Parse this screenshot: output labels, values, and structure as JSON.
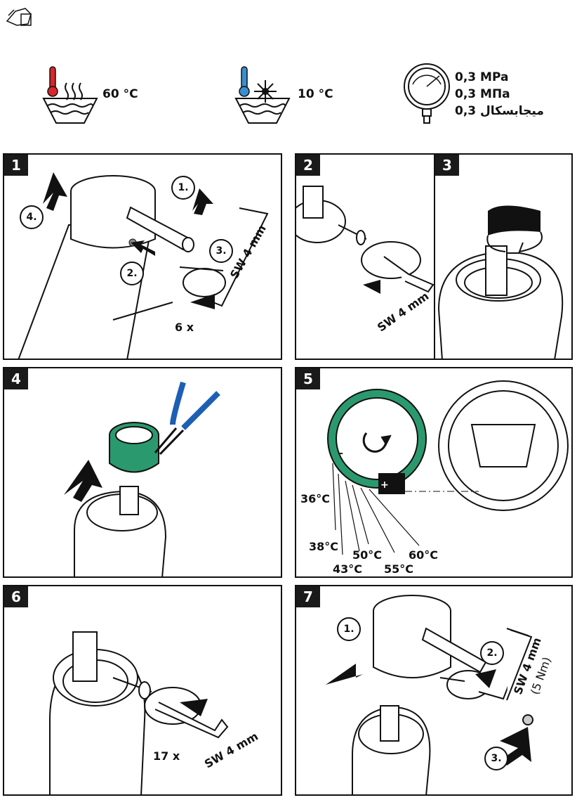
{
  "header": {
    "hot_temp": "60 °C",
    "cold_temp": "10 °C",
    "pressure_lines": [
      "0,3 MPa",
      "0,3 MПa",
      "0,3 میجابسکال"
    ]
  },
  "steps": [
    {
      "number": "1",
      "labels": {
        "step1": "1.",
        "step2": "2.",
        "step3": "3.",
        "step4": "4.",
        "tool": "SW 4 mm",
        "count": "6 x"
      }
    },
    {
      "number": "2",
      "labels": {
        "tool": "SW 4 mm"
      }
    },
    {
      "number": "3",
      "labels": {}
    },
    {
      "number": "4",
      "labels": {}
    },
    {
      "number": "5",
      "labels": {
        "t36": "36°C",
        "t38": "38°C",
        "t43": "43°C",
        "t50": "50°C",
        "t55": "55°C",
        "t60": "60°C",
        "minus": "–",
        "plus": "+"
      }
    },
    {
      "number": "6",
      "labels": {
        "count": "17 x",
        "tool": "SW 4 mm"
      }
    },
    {
      "number": "7",
      "labels": {
        "step1": "1.",
        "step2": "2.",
        "step3": "3.",
        "tool": "SW 4 mm",
        "torque": "(5 Nm)"
      }
    }
  ],
  "colors": {
    "ring_green": "#2a9a6e",
    "pliers_blue": "#1c5fb5",
    "thermo_red": "#d9262b",
    "thermo_blue": "#3a8fd0"
  }
}
